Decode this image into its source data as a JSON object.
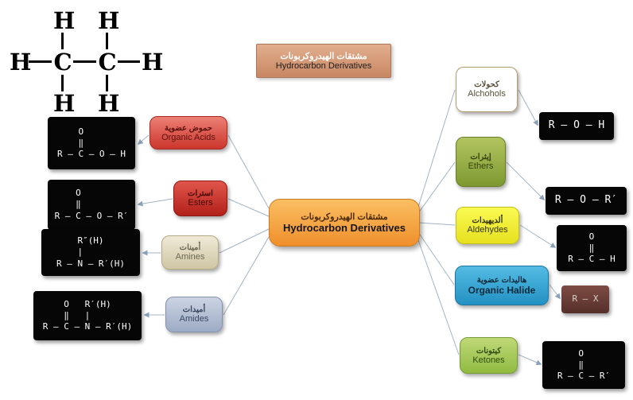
{
  "title_box": {
    "ar": "مشتقات الهيدروكربونات",
    "en": "Hydrocarbon Derivatives"
  },
  "central": {
    "ar": "مشتقات الهيدروكربونات",
    "en": "Hydrocarbon Derivatives"
  },
  "ethane": {
    "h": "H",
    "c": "C"
  },
  "categories": {
    "organic_acids": {
      "ar": "حموض عضوية",
      "en": "Organic Acids",
      "formula": "    O\n    ‖\nR — C — O — H"
    },
    "esters": {
      "ar": "استرات",
      "en": "Esters",
      "formula": "    O\n    ‖\nR — C — O — R′"
    },
    "amines": {
      "ar": "أمينات",
      "en": "Amines",
      "formula": "    R″(H)\n    |\nR — N — R′(H)"
    },
    "amides": {
      "ar": "أميدات",
      "en": "Amides",
      "formula": "    O   R′(H)\n    ‖   |\nR — C — N — R′(H)"
    },
    "alcohols": {
      "ar": "كحولات",
      "en": "Alchohols",
      "formula": "R — O — H"
    },
    "ethers": {
      "ar": "إيثرات",
      "en": "Ethers",
      "formula": "R — O — R′"
    },
    "aldehydes": {
      "ar": "ألديهيدات",
      "en": "Aldehydes",
      "formula": "    O\n    ‖\nR — C — H"
    },
    "organic_halide": {
      "ar": "هاليدات عضوية",
      "en": "Organic Halide",
      "formula": "R — X"
    },
    "ketones": {
      "ar": "كيتونات",
      "en": "Ketones",
      "formula": "    O\n    ‖\nR — C — R′"
    }
  },
  "colors": {
    "central": "#ef8f2b",
    "title": "#c88762",
    "organic_acids": "#cc362c",
    "esters": "#b2201a",
    "amines": "#cfc6a4",
    "amides": "#9dabc5",
    "alcohols": "#ccb482",
    "ethers": "#7e9931",
    "aldehydes": "#e6e01e",
    "organic_halide": "#2391c3",
    "ketones": "#90bb42",
    "formula_box": "#060606",
    "halide_box": "#56302a",
    "connector": "#8aa0b8"
  }
}
